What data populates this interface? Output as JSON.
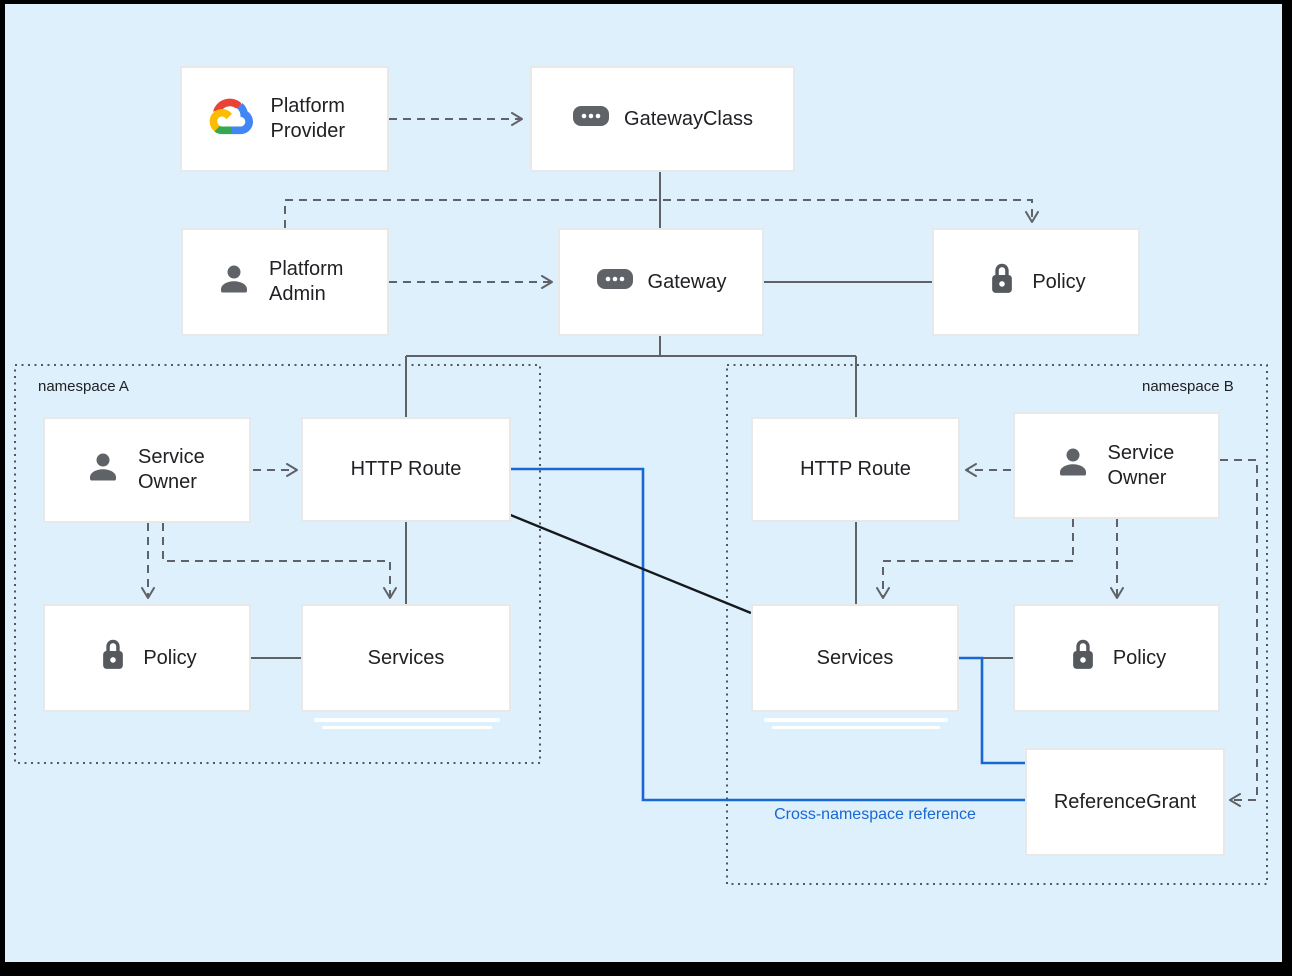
{
  "diagram": {
    "kind": "architecture-diagram",
    "colors": {
      "background": "#ddf0fc",
      "frame": "#000000",
      "box_fill": "#ffffff",
      "box_border": "#e8e8e8",
      "wire_gray": "#5f6368",
      "namespace_border": "#3f4449",
      "cross_namespace_blue": "#1967d2",
      "backend_link_black": "#16181b",
      "icon_gray": "#5f6368",
      "text": "#202124"
    }
  },
  "nodes": {
    "platform_provider": {
      "label": "Platform Provider",
      "icon": "google-cloud-logo"
    },
    "gateway_class": {
      "label": "GatewayClass",
      "icon": "gateway-chip"
    },
    "platform_admin": {
      "label": "Platform Admin",
      "icon": "person"
    },
    "gateway": {
      "label": "Gateway",
      "icon": "gateway-chip"
    },
    "policy_top": {
      "label": "Policy",
      "icon": "lock"
    },
    "service_owner_a": {
      "label": "Service Owner",
      "icon": "person"
    },
    "http_route_a": {
      "label": "HTTP Route"
    },
    "policy_a": {
      "label": "Policy",
      "icon": "lock"
    },
    "services_a": {
      "label": "Services"
    },
    "http_route_b": {
      "label": "HTTP Route"
    },
    "service_owner_b": {
      "label": "Service Owner",
      "icon": "person"
    },
    "services_b": {
      "label": "Services"
    },
    "policy_b": {
      "label": "Policy",
      "icon": "lock"
    },
    "reference_grant": {
      "label": "ReferenceGrant"
    }
  },
  "namespaces": {
    "a": {
      "label": "namespace A"
    },
    "b": {
      "label": "namespace B"
    }
  },
  "annotations": {
    "cross_namespace_reference": {
      "label": "Cross-namespace reference",
      "color": "#1967d2"
    }
  }
}
